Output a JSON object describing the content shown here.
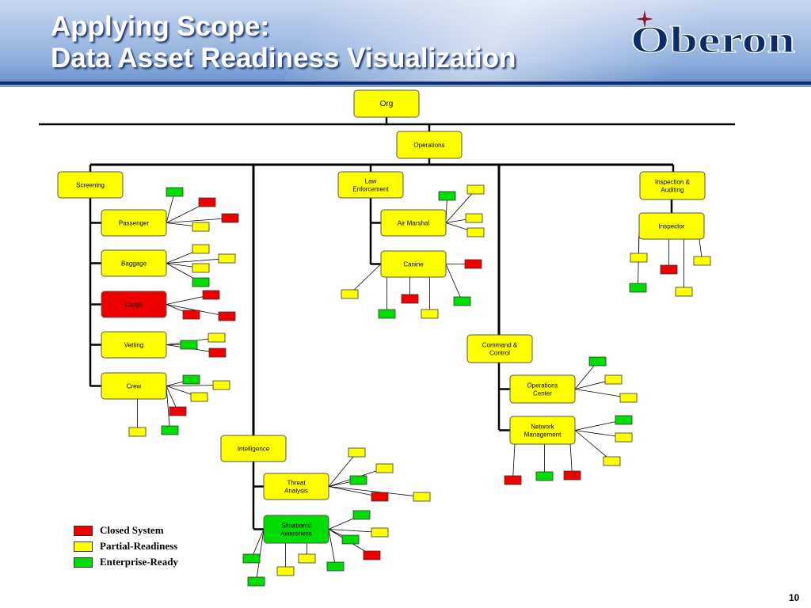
{
  "slide": {
    "title_line_1": "Applying Scope:",
    "title_line_2": "Data Asset Readiness Visualization",
    "logo_text": "Oberon",
    "page_number": "10"
  },
  "colors": {
    "closed": "#ee0000",
    "partial": "#ffff00",
    "enterprise": "#00dd00",
    "node_fill": "#ffff00",
    "accent": "#0d2b6b"
  },
  "legend": [
    {
      "status": "closed",
      "label": "Closed System"
    },
    {
      "status": "partial",
      "label": "Partial-Readiness"
    },
    {
      "status": "enterprise",
      "label": "Enterprise-Ready"
    }
  ],
  "nodes": {
    "org": {
      "label": "Org",
      "status": "partial"
    },
    "operations": {
      "label": "Operations",
      "status": "partial"
    },
    "screening": {
      "label": "Screening",
      "status": "partial"
    },
    "law_enforcement": {
      "label": "Law Enforcement",
      "status": "partial"
    },
    "inspection_auditing": {
      "label": "Inspection & Auditing",
      "status": "partial"
    },
    "passenger": {
      "label": "Passenger",
      "status": "partial"
    },
    "baggage": {
      "label": "Baggage",
      "status": "partial"
    },
    "cargo": {
      "label": "Cargo",
      "status": "closed"
    },
    "vetting": {
      "label": "Vetting",
      "status": "partial"
    },
    "crew": {
      "label": "Crew",
      "status": "partial"
    },
    "air_marshal": {
      "label": "Air Marshal",
      "status": "partial"
    },
    "canine": {
      "label": "Canine",
      "status": "partial"
    },
    "inspector": {
      "label": "Inspector",
      "status": "partial"
    },
    "command_control": {
      "label": "Command & Control",
      "status": "partial"
    },
    "operations_center": {
      "label": "Operations Center",
      "status": "partial"
    },
    "network_management": {
      "label": "Network Management",
      "status": "partial"
    },
    "intelligence": {
      "label": "Intelligence",
      "status": "partial"
    },
    "threat_analysis": {
      "label": "Threat Analysis",
      "status": "partial"
    },
    "situational_awareness": {
      "label": "Situational Awareness",
      "status": "enterprise"
    }
  },
  "data_assets": {
    "passenger": [
      "enterprise",
      "closed",
      "closed",
      "partial"
    ],
    "baggage": [
      "partial",
      "partial",
      "partial",
      "enterprise"
    ],
    "cargo": [
      "closed",
      "closed",
      "closed"
    ],
    "vetting": [
      "enterprise",
      "partial",
      "closed"
    ],
    "crew": [
      "enterprise",
      "partial",
      "partial",
      "closed",
      "partial",
      "enterprise"
    ],
    "air_marshal": [
      "enterprise",
      "partial",
      "partial",
      "partial"
    ],
    "canine": [
      "closed",
      "partial",
      "closed",
      "enterprise",
      "partial",
      "enterprise"
    ],
    "inspector": [
      "partial",
      "closed",
      "partial",
      "enterprise",
      "partial"
    ],
    "operations_center": [
      "enterprise",
      "partial",
      "partial"
    ],
    "network_management": [
      "enterprise",
      "partial",
      "partial",
      "closed",
      "enterprise",
      "closed"
    ],
    "threat_analysis": [
      "partial",
      "partial",
      "enterprise",
      "closed",
      "partial"
    ],
    "situational_awareness": [
      "enterprise",
      "partial",
      "enterprise",
      "closed",
      "enterprise",
      "partial",
      "enterprise",
      "partial",
      "enterprise"
    ]
  }
}
